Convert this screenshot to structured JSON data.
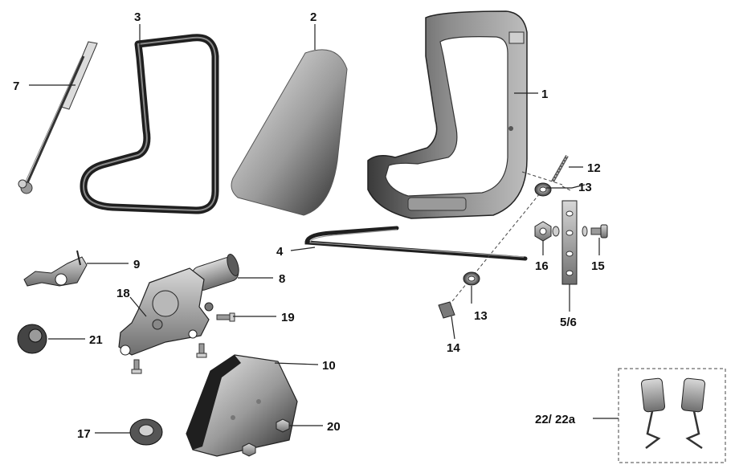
{
  "labels": {
    "l1": "1",
    "l2": "2",
    "l3": "3",
    "l4": "4",
    "l56": "5/6",
    "l7": "7",
    "l8": "8",
    "l9": "9",
    "l10": "10",
    "l12": "12",
    "l13a": "13",
    "l13b": "13",
    "l14": "14",
    "l15": "15",
    "l16": "16",
    "l17": "17",
    "l18": "18",
    "l19": "19",
    "l20": "20",
    "l21": "21",
    "l22": "22/ 22a"
  }
}
